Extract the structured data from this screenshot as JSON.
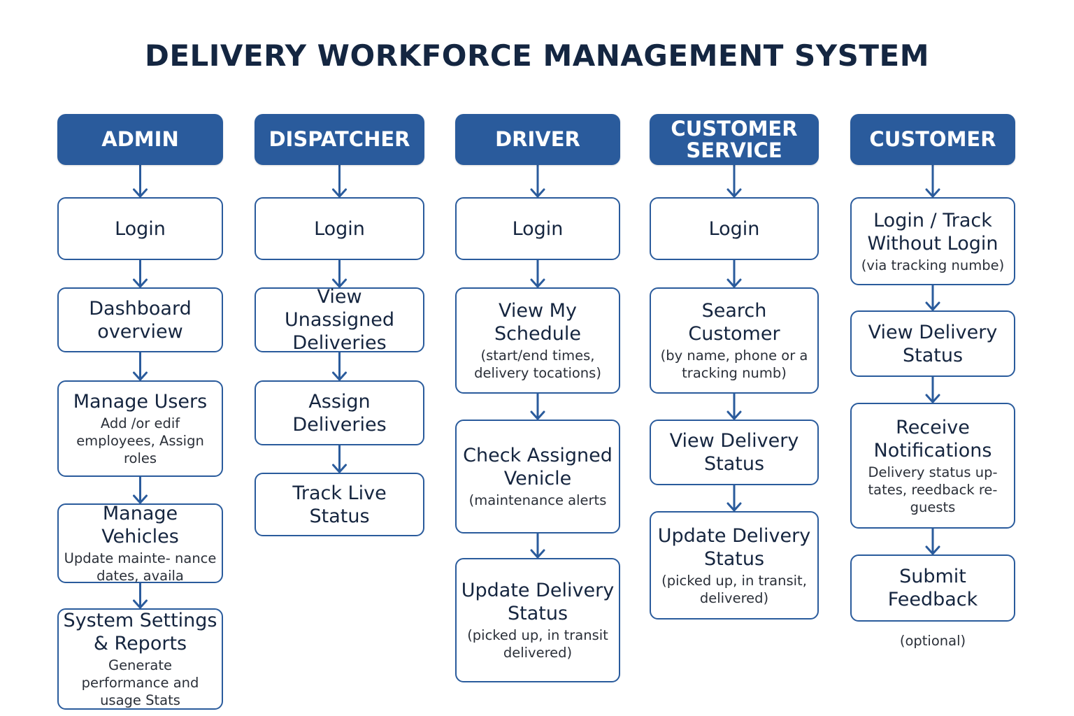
{
  "title": "DELIVERY WORKFORCE MANAGEMENT SYSTEM",
  "columns": [
    {
      "header": "ADMIN",
      "steps": [
        {
          "title": "Login",
          "sub": ""
        },
        {
          "title": "Dashboard overview",
          "sub": ""
        },
        {
          "title": "Manage Users",
          "sub": "Add /or edif employees, Assign roles"
        },
        {
          "title": "Manage Vehicles",
          "sub": "Update mainte- nance dates, availa"
        },
        {
          "title": "System Settings & Reports",
          "sub": "Generate performance and usage Stats"
        }
      ]
    },
    {
      "header": "DISPATCHER",
      "steps": [
        {
          "title": "Login",
          "sub": ""
        },
        {
          "title": "View Unassigned Deliveries",
          "sub": ""
        },
        {
          "title": "Assign Deliveries",
          "sub": ""
        },
        {
          "title": "Track Live Status",
          "sub": ""
        }
      ]
    },
    {
      "header": "DRIVER",
      "steps": [
        {
          "title": "Login",
          "sub": ""
        },
        {
          "title": "View My Schedule",
          "sub": "(start/end times, delivery tocations)"
        },
        {
          "title": "Check Assigned Venicle",
          "sub": "(maintenance alerts"
        },
        {
          "title": "Update Delivery Status",
          "sub": "(picked up, in transit delivered)"
        }
      ]
    },
    {
      "header": "CUSTOMER SERVICE",
      "steps": [
        {
          "title": "Login",
          "sub": ""
        },
        {
          "title": "Search Customer",
          "sub": "(by name, phone or a tracking numb)"
        },
        {
          "title": "View Delivery Status",
          "sub": ""
        },
        {
          "title": "Update Delivery Status",
          "sub": "(picked up, in transit, delivered)"
        }
      ]
    },
    {
      "header": "CUSTOMER",
      "steps": [
        {
          "title": "Login / Track Without Login",
          "sub": "(via tracking numbe)"
        },
        {
          "title": "View Delivery Status",
          "sub": ""
        },
        {
          "title": "Receive Notifications",
          "sub": "Delivery status up- tates, reedback re- guests"
        },
        {
          "title": "Submit Feedback",
          "sub": ""
        }
      ],
      "note": "(optional)"
    }
  ],
  "colors": {
    "header_bg": "#2a5b9c",
    "border": "#2a5b9c",
    "arrow": "#2a5b9c",
    "title": "#142641"
  }
}
